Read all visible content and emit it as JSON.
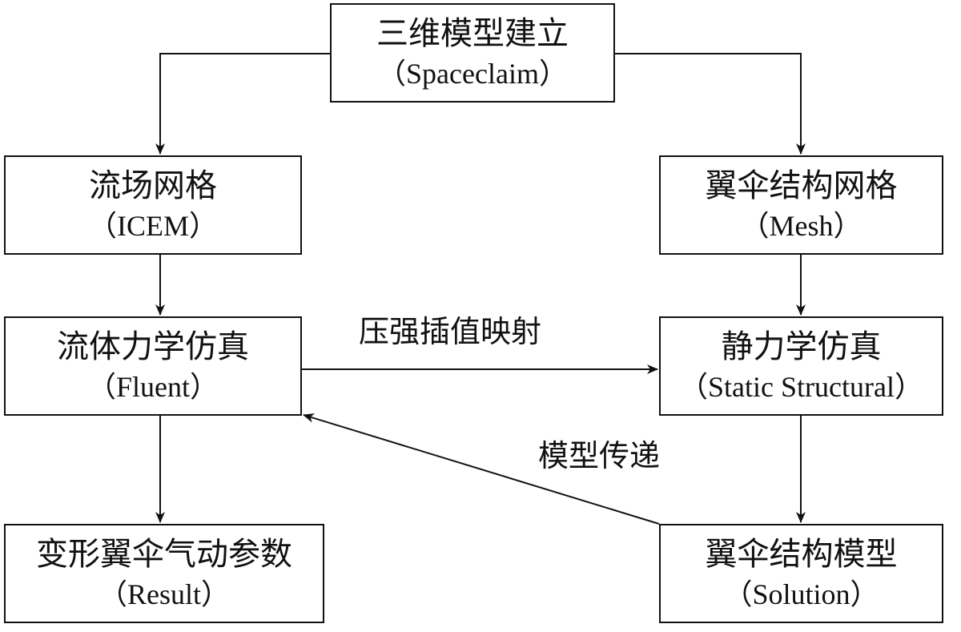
{
  "nodes": {
    "spaceclaim": {
      "title": "三维模型建立",
      "tool": "（Spaceclaim）"
    },
    "icem": {
      "title": "流场网格",
      "tool": "（ICEM）"
    },
    "mesh": {
      "title": "翼伞结构网格",
      "tool": "（Mesh）"
    },
    "fluent": {
      "title": "流体力学仿真",
      "tool": "（Fluent）"
    },
    "static": {
      "title": "静力学仿真",
      "tool": "（Static Structural）"
    },
    "result": {
      "title": "变形翼伞气动参数",
      "tool": "（Result）"
    },
    "solution": {
      "title": "翼伞结构模型",
      "tool": "（Solution）"
    }
  },
  "edges": [
    {
      "from": "spaceclaim",
      "to": "icem",
      "label": ""
    },
    {
      "from": "spaceclaim",
      "to": "mesh",
      "label": ""
    },
    {
      "from": "icem",
      "to": "fluent",
      "label": ""
    },
    {
      "from": "mesh",
      "to": "static",
      "label": ""
    },
    {
      "from": "fluent",
      "to": "static",
      "label": "压强插值映射"
    },
    {
      "from": "fluent",
      "to": "result",
      "label": ""
    },
    {
      "from": "static",
      "to": "solution",
      "label": ""
    },
    {
      "from": "solution",
      "to": "fluent",
      "label": "模型传递"
    }
  ],
  "labels": {
    "pressure_mapping": "压强插值映射",
    "model_transfer": "模型传递"
  },
  "colors": {
    "line": "#111111",
    "background": "#ffffff"
  }
}
